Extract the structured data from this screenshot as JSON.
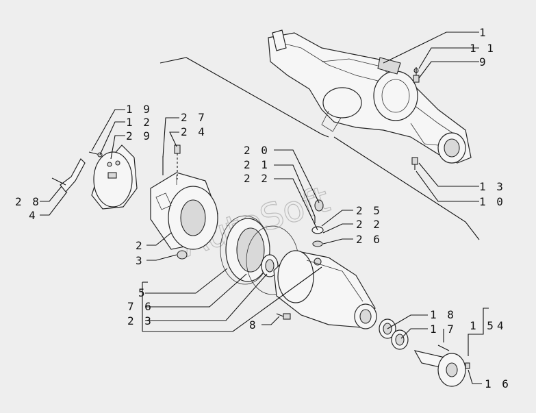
{
  "watermark": "AutoSoft",
  "callouts": {
    "c1": "1",
    "c11": "1 1",
    "c9": "9",
    "c19": "1 9",
    "c12": "1 2",
    "c29": "2 9",
    "c27": "2 7",
    "c24": "2 4",
    "c20": "2 0",
    "c21": "2 1",
    "c22a": "2 2",
    "c13": "1 3",
    "c10": "1 0",
    "c28": "2 8",
    "c4a": "4",
    "c25": "2 5",
    "c22b": "2 2",
    "c26": "2 6",
    "c2": "2",
    "c3": "3",
    "c5": "5",
    "c76": "7 6",
    "c23": "2 3",
    "c8": "8",
    "c18": "1 8",
    "c17": "1 7",
    "c15": "1 5",
    "c4b": "4",
    "c16": "1 6"
  }
}
